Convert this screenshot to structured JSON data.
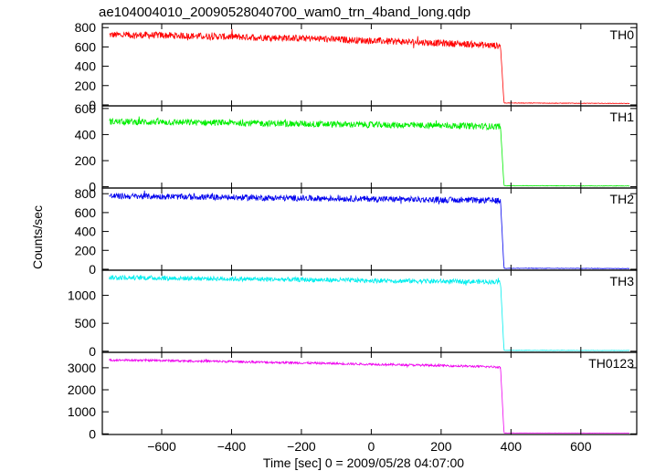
{
  "chart_data": {
    "type": "line",
    "title": "ae104004010_20090528040700_wam0_trn_4band_long.qdp",
    "xlabel": "Time [sec] 0 = 2009/05/28 04:07:00",
    "ylabel": "Counts/sec",
    "xlim": [
      -770,
      760
    ],
    "xticks": [
      -600,
      -400,
      -200,
      0,
      200,
      400,
      600
    ],
    "xtick_labels": [
      "−600",
      "−400",
      "−200",
      "0",
      "200",
      "400",
      "600"
    ],
    "grid": false,
    "panels": [
      {
        "name": "TH0",
        "color": "#ff0000",
        "ylim": [
          -10,
          840
        ],
        "yticks": [
          0,
          200,
          400,
          600,
          800
        ],
        "ytick_labels": [
          "0",
          "200",
          "400",
          "600",
          "800"
        ],
        "x": [
          -750,
          -600,
          -400,
          -200,
          0,
          200,
          300,
          370,
          380,
          740
        ],
        "values": [
          725,
          720,
          705,
          690,
          665,
          640,
          625,
          610,
          20,
          15
        ],
        "noise": 50
      },
      {
        "name": "TH1",
        "color": "#00ee00",
        "ylim": [
          -10,
          620
        ],
        "yticks": [
          0,
          200,
          400,
          600
        ],
        "ytick_labels": [
          "0",
          "200",
          "400",
          "600"
        ],
        "x": [
          -750,
          -600,
          -400,
          -200,
          0,
          200,
          300,
          370,
          380,
          740
        ],
        "values": [
          500,
          495,
          490,
          482,
          475,
          468,
          465,
          460,
          8,
          6
        ],
        "noise": 35
      },
      {
        "name": "TH2",
        "color": "#0000ee",
        "ylim": [
          -10,
          860
        ],
        "yticks": [
          0,
          200,
          400,
          600,
          800
        ],
        "ytick_labels": [
          "0",
          "200",
          "400",
          "600",
          "800"
        ],
        "x": [
          -750,
          -600,
          -400,
          -200,
          0,
          200,
          300,
          370,
          380,
          740
        ],
        "values": [
          775,
          770,
          760,
          752,
          745,
          735,
          730,
          725,
          10,
          8
        ],
        "noise": 45
      },
      {
        "name": "TH3",
        "color": "#00eeee",
        "ylim": [
          -20,
          1450
        ],
        "yticks": [
          0,
          500,
          1000
        ],
        "ytick_labels": [
          "0",
          "500",
          "1000"
        ],
        "x": [
          -750,
          -600,
          -400,
          -200,
          0,
          200,
          300,
          370,
          380,
          740
        ],
        "values": [
          1320,
          1310,
          1295,
          1280,
          1265,
          1250,
          1245,
          1240,
          15,
          12
        ],
        "noise": 60
      },
      {
        "name": "TH0123",
        "color": "#ee00ee",
        "ylim": [
          -30,
          3700
        ],
        "yticks": [
          0,
          1000,
          2000,
          3000
        ],
        "ytick_labels": [
          "0",
          "1000",
          "2000",
          "3000"
        ],
        "x": [
          -750,
          -600,
          -400,
          -200,
          0,
          200,
          300,
          370,
          380,
          740
        ],
        "values": [
          3350,
          3330,
          3280,
          3220,
          3160,
          3100,
          3060,
          3030,
          40,
          35
        ],
        "noise": 70
      }
    ]
  }
}
